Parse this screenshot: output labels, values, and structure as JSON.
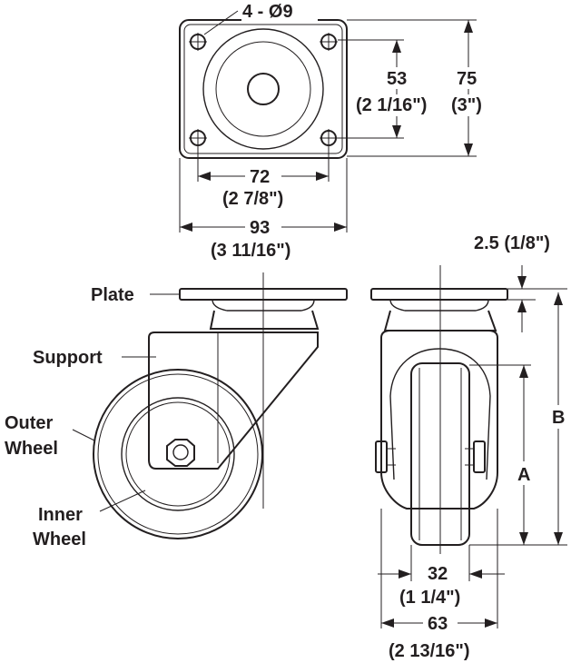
{
  "labels": {
    "plate": "Plate",
    "support": "Support",
    "outer_wheel_1": "Outer",
    "outer_wheel_2": "Wheel",
    "inner_wheel_1": "Inner",
    "inner_wheel_2": "Wheel"
  },
  "dimensions": {
    "holes": "4 - Ø9",
    "hole_spacing_v_mm": "53",
    "hole_spacing_v_in": "(2 1/16\")",
    "plate_height_mm": "75",
    "plate_height_in": "(3\")",
    "hole_spacing_h_mm": "72",
    "hole_spacing_h_in": "(2 7/8\")",
    "plate_width_mm": "93",
    "plate_width_in": "(3 11/16\")",
    "plate_thickness": "2.5 (1/8\")",
    "wheel_dia": "A",
    "total_height": "B",
    "wheel_width_mm": "32",
    "wheel_width_in": "(1 1/4\")",
    "support_width_mm": "63",
    "support_width_in": "(2 13/16\")"
  }
}
